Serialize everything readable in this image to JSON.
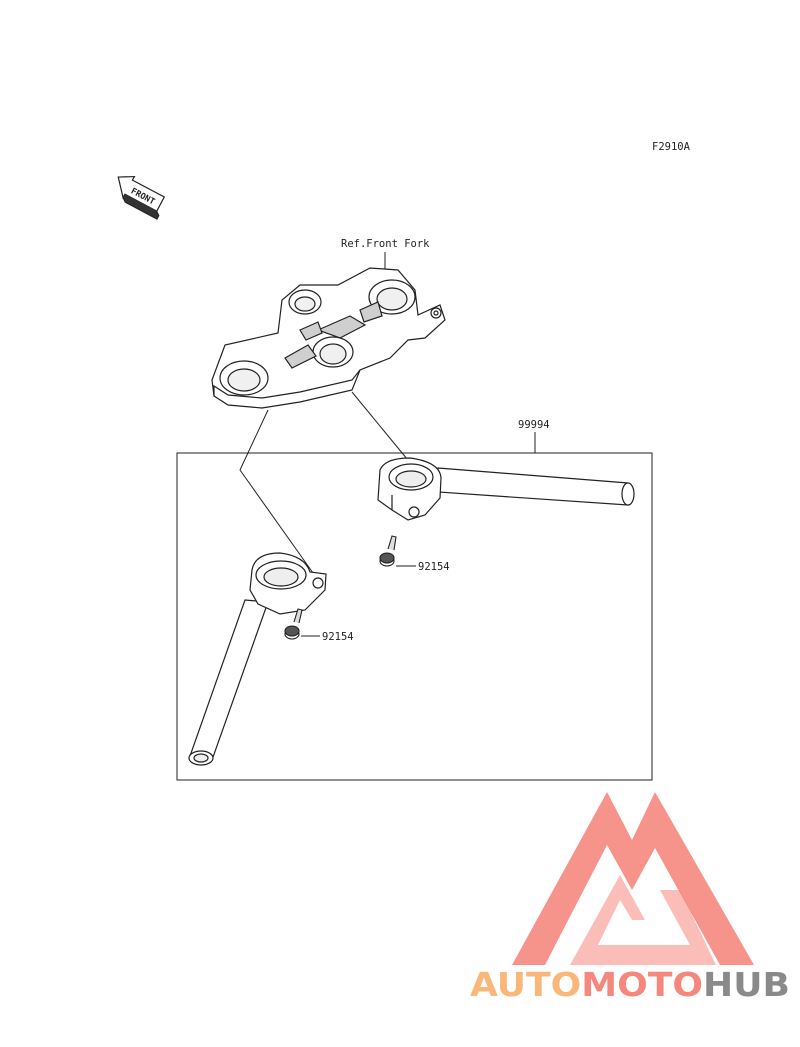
{
  "figure_code": "F2910A",
  "front_label": "FRONT",
  "ref_label": "Ref.Front Fork",
  "parts": [
    {
      "number": "99994"
    },
    {
      "number": "92154"
    },
    {
      "number": "92154"
    }
  ],
  "watermark": {
    "text": "AUTOMOTOHUB",
    "colors": {
      "primary": "#f5877d",
      "secondary": "#f9b87a",
      "gray": "#8a8a8a"
    }
  }
}
